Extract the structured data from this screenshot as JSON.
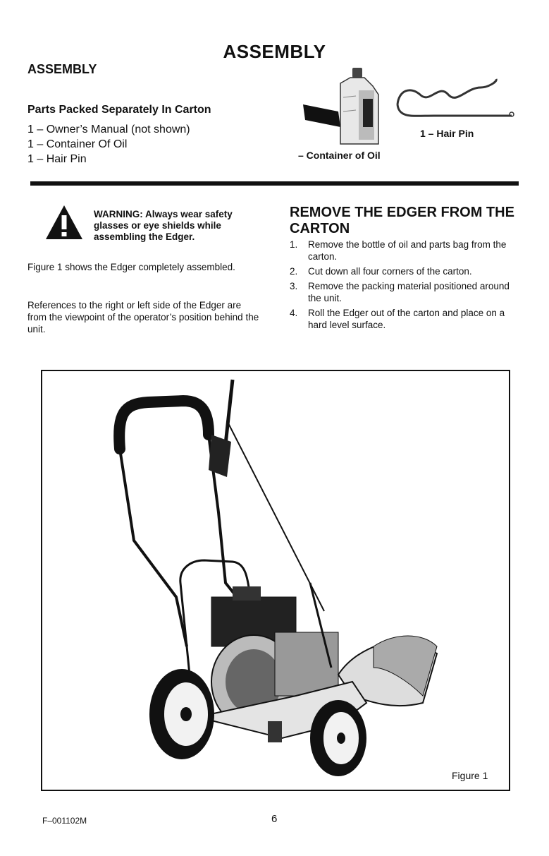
{
  "page_title": "ASSEMBLY",
  "section_title": "ASSEMBLY",
  "parts": {
    "heading": "Parts Packed Separately In Carton",
    "items": [
      "1 – Owner’s Manual (not shown)",
      "1 – Container Of Oil",
      "1 – Hair Pin"
    ],
    "oil_caption": "– Container of Oil",
    "hair_pin_caption": "1 – Hair Pin"
  },
  "warning": {
    "text": "WARNING: Always wear safety glasses or eye shields while assembling the Edger."
  },
  "intro": {
    "p1": "Figure 1 shows the Edger completely assembled.",
    "p2": "References to the right or left side of the Edger are from the viewpoint of the operator’s position behind the unit."
  },
  "remove": {
    "heading": "REMOVE THE EDGER FROM THE CARTON",
    "steps": [
      {
        "num": "1.",
        "text": "Remove the bottle of oil and parts bag from the carton."
      },
      {
        "num": "2.",
        "text": "Cut down all four corners of the carton."
      },
      {
        "num": "3.",
        "text": "Remove the packing material positioned around the unit."
      },
      {
        "num": "4.",
        "text": "Roll the Edger out of the carton and place on a hard level surface."
      }
    ]
  },
  "figure": {
    "caption": "Figure 1"
  },
  "footer": {
    "code": "F–001102M",
    "page_number": "6"
  }
}
